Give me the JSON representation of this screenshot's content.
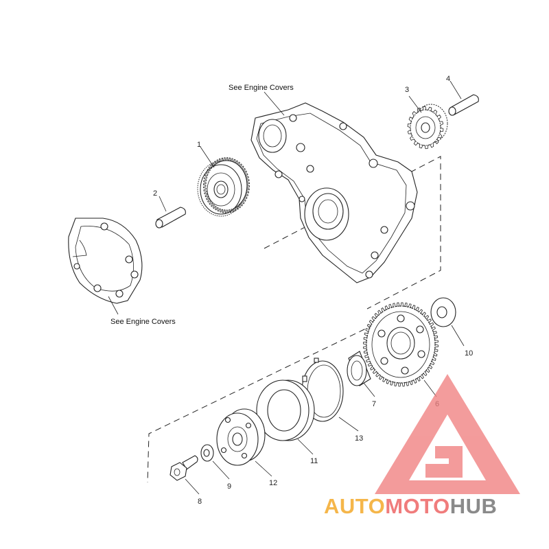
{
  "notes": {
    "top": "See Engine Covers",
    "left": "See Engine Covers"
  },
  "callouts": {
    "c1": "1",
    "c2": "2",
    "c3": "3",
    "c4": "4",
    "c6": "6",
    "c7": "7",
    "c8": "8",
    "c9": "9",
    "c10": "10",
    "c11": "11",
    "c12": "12",
    "c13": "13"
  },
  "watermark": {
    "part1": "AUTO",
    "part2": "MOTO",
    "part3": "HUB",
    "colors": {
      "auto": "#f5b64a",
      "moto": "#f07c7c",
      "hub": "#8a8a8a",
      "logo_mark": "#f08080"
    }
  }
}
